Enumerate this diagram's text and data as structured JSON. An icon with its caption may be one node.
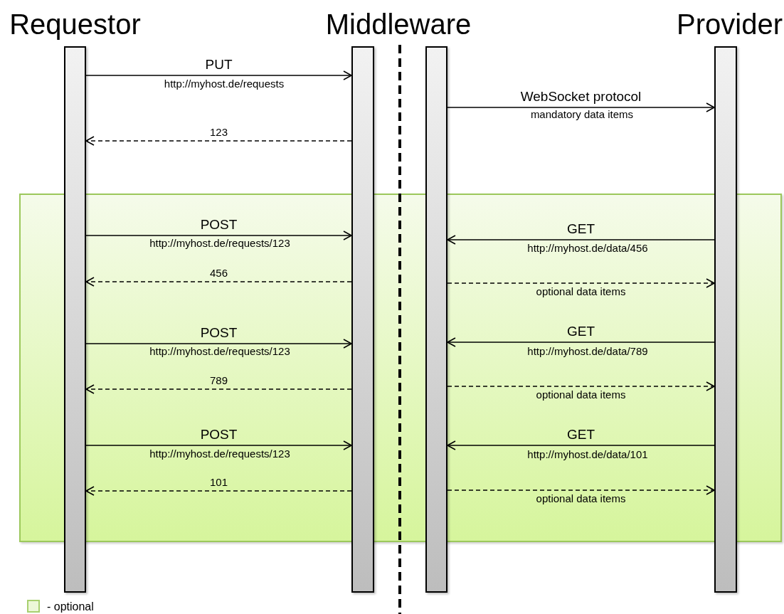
{
  "diagram": {
    "nodes": [
      {
        "text": [],
        "shape": "bar",
        "beside": [
          "Requestor"
        ]
      },
      {
        "text": [],
        "shape": "bar"
      },
      {
        "text": [],
        "shape": "bar"
      },
      {
        "text": [],
        "shape": "bar",
        "beside": [
          "Provider"
        ]
      }
    ],
    "edges": [
      {
        "from": 0,
        "to": 1,
        "arrow": "to",
        "label": "PUT"
      },
      {
        "from": 2,
        "to": 3,
        "arrow": "to",
        "label": "WebSocket protocol"
      },
      {
        "from": 1,
        "to": 0,
        "arrow": "to",
        "style": "dashed",
        "label": "123"
      },
      {
        "from": 0,
        "to": 1,
        "arrow": "to",
        "label": "POST"
      },
      {
        "from": 3,
        "to": 2,
        "arrow": "to",
        "label": "GET"
      },
      {
        "from": 1,
        "to": 0,
        "arrow": "to",
        "style": "dashed",
        "label": "456"
      },
      {
        "from": 2,
        "to": 3,
        "arrow": "to",
        "style": "dashed",
        "label": "optional data items"
      },
      {
        "from": 0,
        "to": 1,
        "arrow": "to",
        "label": "POST"
      },
      {
        "from": 3,
        "to": 2,
        "arrow": "to",
        "label": "GET"
      },
      {
        "from": 1,
        "to": 0,
        "arrow": "to",
        "style": "dashed",
        "label": "789"
      },
      {
        "from": 2,
        "to": 3,
        "arrow": "to",
        "style": "dashed",
        "label": "optional data items"
      },
      {
        "from": 0,
        "to": 1,
        "arrow": "to",
        "label": "POST"
      },
      {
        "from": 3,
        "to": 2,
        "arrow": "to",
        "label": "GET"
      },
      {
        "from": 1,
        "to": 0,
        "arrow": "to",
        "style": "dashed",
        "label": "101"
      },
      {
        "from": 2,
        "to": 3,
        "arrow": "to",
        "style": "dashed",
        "label": "optional data items"
      }
    ],
    "labels": [
      "Middleware",
      "http://myhost.de/requests",
      "mandatory data items",
      "http://myhost.de/requests/123",
      "http://myhost.de/data/456",
      "http://myhost.de/requests/123",
      "http://myhost.de/data/789",
      "http://myhost.de/requests/123",
      "http://myhost.de/data/101"
    ],
    "legend": [
      {
        "text": "- optional",
        "color": "#ecf8d8"
      }
    ]
  }
}
